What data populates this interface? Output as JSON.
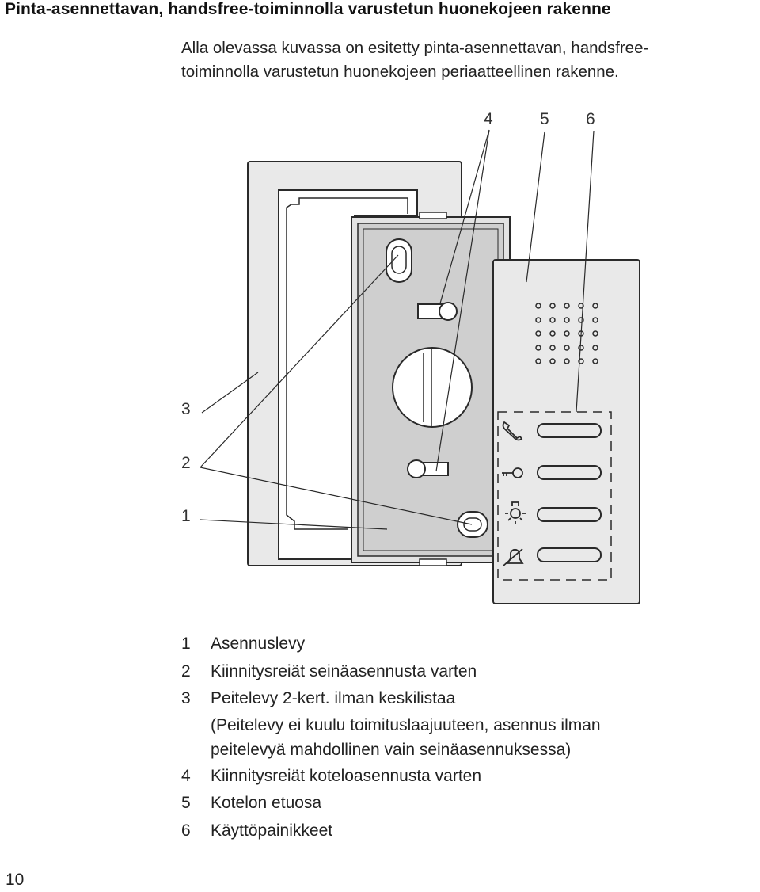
{
  "heading": "Pinta-asennettavan, handsfree-toiminnolla varustetun huonekojeen rakenne",
  "intro": {
    "line1": "Alla olevassa kuvassa on esitetty pinta-asennettavan, handsfree-",
    "line2": "toiminnolla varustetun huonekojeen periaatteellinen rakenne."
  },
  "callouts": {
    "c1": "1",
    "c2": "2",
    "c3": "3",
    "c4": "4",
    "c5": "5",
    "c6": "6"
  },
  "legend": [
    {
      "num": "1",
      "text": "Asennuslevy"
    },
    {
      "num": "2",
      "text": "Kiinnitysreiät seinäasennusta varten"
    },
    {
      "num": "3",
      "text": "Peitelevy 2-kert. ilman keskilistaa",
      "note1": "(Peitelevy ei kuulu toimituslaajuuteen, asennus ilman",
      "note2": "peitelevyä mahdollinen vain seinäasennuksessa)"
    },
    {
      "num": "4",
      "text": "Kiinnitysreiät koteloasennusta varten"
    },
    {
      "num": "5",
      "text": "Kotelon etuosa"
    },
    {
      "num": "6",
      "text": "Käyttöpainikkeet"
    }
  ],
  "page_number": "10",
  "icons": [
    "handset-icon",
    "key-icon",
    "light-icon",
    "bell-muted-icon"
  ]
}
